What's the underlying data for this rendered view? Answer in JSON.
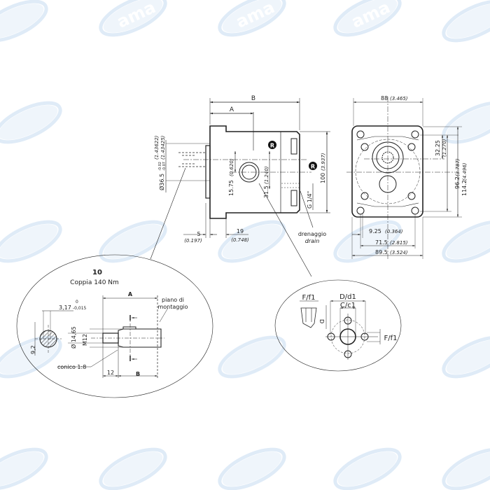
{
  "watermark": {
    "text": "ama",
    "color": "#dce9f7"
  },
  "side_view": {
    "dim_B": "B",
    "dim_A": "A",
    "port_marker": "R",
    "dim_shaft_dia": "Ø36.5",
    "dim_shaft_dia_tol_upper": "-0.02",
    "dim_shaft_dia_tol_lower": "-0.07",
    "dim_shaft_dia_in_1": "(1.43622)",
    "dim_shaft_dia_in_2": "(1.43425)",
    "dim_15_75": "15.75",
    "dim_15_75_in": "(0.620)",
    "dim_31_5": "31.5",
    "dim_31_5_in": "(1.240)",
    "dim_100": "100",
    "dim_100_in": "(3.937)",
    "dim_g14": "G 1/4\"",
    "dim_5": "5",
    "dim_5_in": "(0.197)",
    "dim_19": "19",
    "dim_19_in": "(0.748)",
    "drain_it": "drenaggio",
    "drain_en": "drain"
  },
  "front_view": {
    "dim_88": "88",
    "dim_88_in": "(3.465)",
    "dim_32_25": "32.25",
    "dim_32_25_in": "(1.270)",
    "dim_96_2": "96.2",
    "dim_96_2_in": "(3.787)",
    "dim_114_2": "114.2",
    "dim_114_2_in": "(4.496)",
    "dim_9_25": "9.25",
    "dim_9_25_in": "(0.364)",
    "dim_71_5": "71.5",
    "dim_71_5_in": "(2.815)",
    "dim_89_5": "89.5",
    "dim_89_5_in": "(3.524)"
  },
  "shaft_detail": {
    "code": "10",
    "torque": "Coppia 140 Nm",
    "dim_A": "A",
    "dim_B": "B",
    "dim_12": "12",
    "key_width": "3,17",
    "key_tol_upper": "0",
    "key_tol_lower": "-0,015",
    "dim_9_2": "9,2",
    "dim_dia": "Ø 14,65",
    "thread": "M12",
    "taper": "conico 1:8",
    "mount_plane_1": "piano di",
    "mount_plane_2": "montaggio"
  },
  "port_detail": {
    "f_f1_top": "F/f1",
    "d_d1": "D/d1",
    "c_c1": "C/c1",
    "d": "D",
    "f_f1_side": "F/f1"
  }
}
